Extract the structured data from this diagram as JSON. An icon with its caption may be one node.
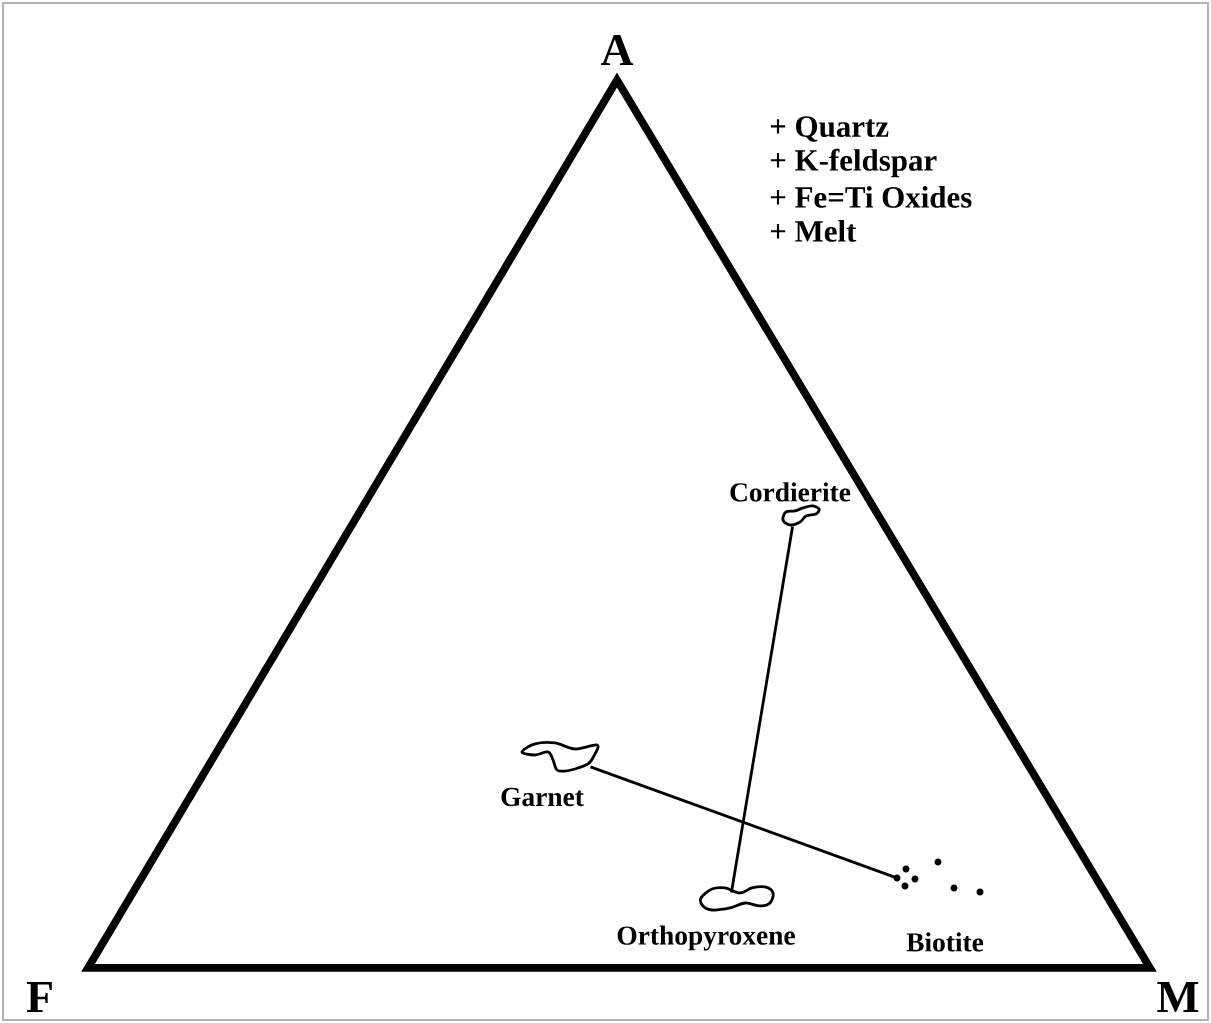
{
  "diagram": {
    "nodes": [
      {
        "text": [
          "Cordierite"
        ]
      },
      {
        "text": [
          "Garnet"
        ]
      },
      {
        "text": [
          "Orthopyroxene"
        ]
      },
      {
        "text": [
          "Biotite"
        ]
      }
    ],
    "edges": [
      {
        "from": 0,
        "to": 2,
        "arrow": "none"
      },
      {
        "from": 1,
        "to": 3,
        "arrow": "none"
      }
    ],
    "labels": [
      "A",
      "+ Quartz",
      "+ K-feldspar",
      "+ Fe=Ti Oxides",
      "+ Melt",
      "F",
      "M"
    ]
  }
}
